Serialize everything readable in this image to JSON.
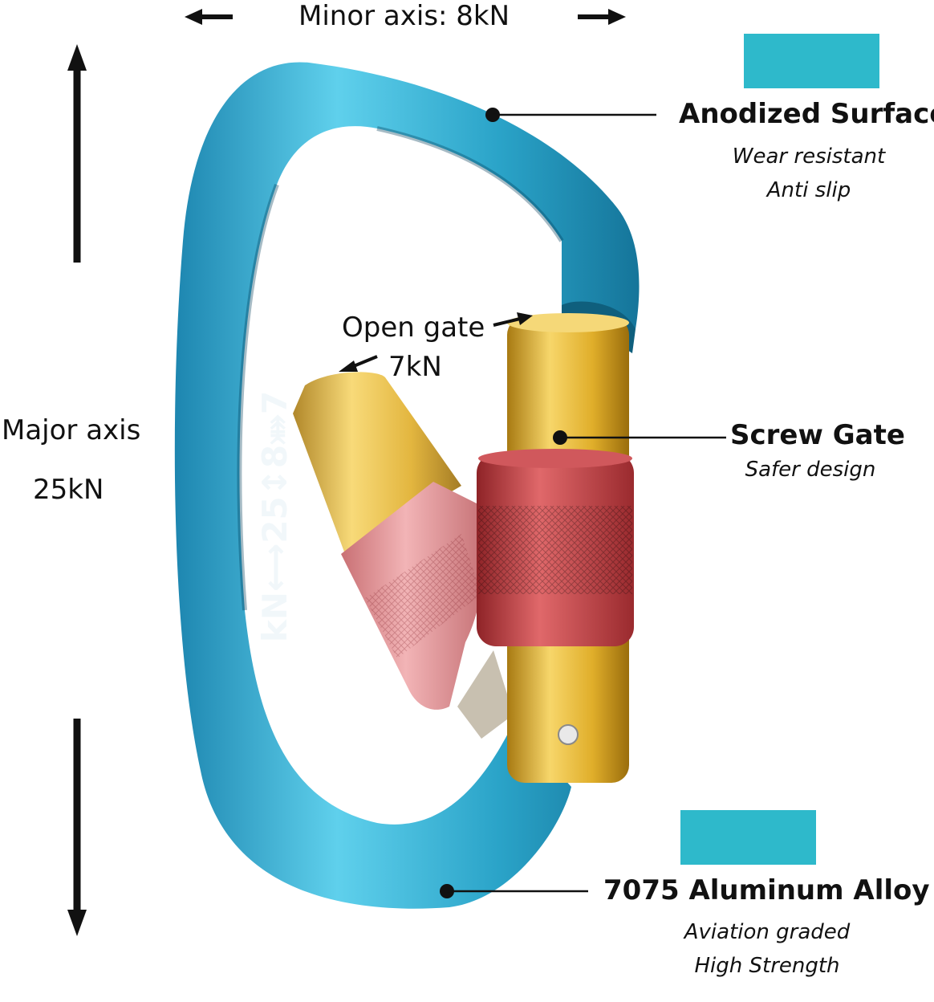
{
  "colors": {
    "swatch": "#2eb9cb",
    "body": "#2aa3c8",
    "body_dark": "#15759a",
    "gold": "#e0ae2a",
    "red": "#c8464a",
    "red_open": "#e59a9c",
    "ink": "#111111"
  },
  "minor_axis": {
    "label": "Minor axis: 8kN"
  },
  "major_axis": {
    "line1": "Major axis",
    "line2": "25kN"
  },
  "open_gate": {
    "line1": "Open gate",
    "line2": "7kN"
  },
  "engraving": {
    "text": "kN⟷25↕8⤘7"
  },
  "features": {
    "anodized": {
      "title": "Anodized Surface",
      "line1": "Wear resistant",
      "line2": "Anti slip"
    },
    "screw_gate": {
      "title": "Screw Gate",
      "line1": "Safer design"
    },
    "alloy": {
      "title": "7075 Aluminum Alloy",
      "line1": "Aviation graded",
      "line2": "High Strength"
    }
  }
}
